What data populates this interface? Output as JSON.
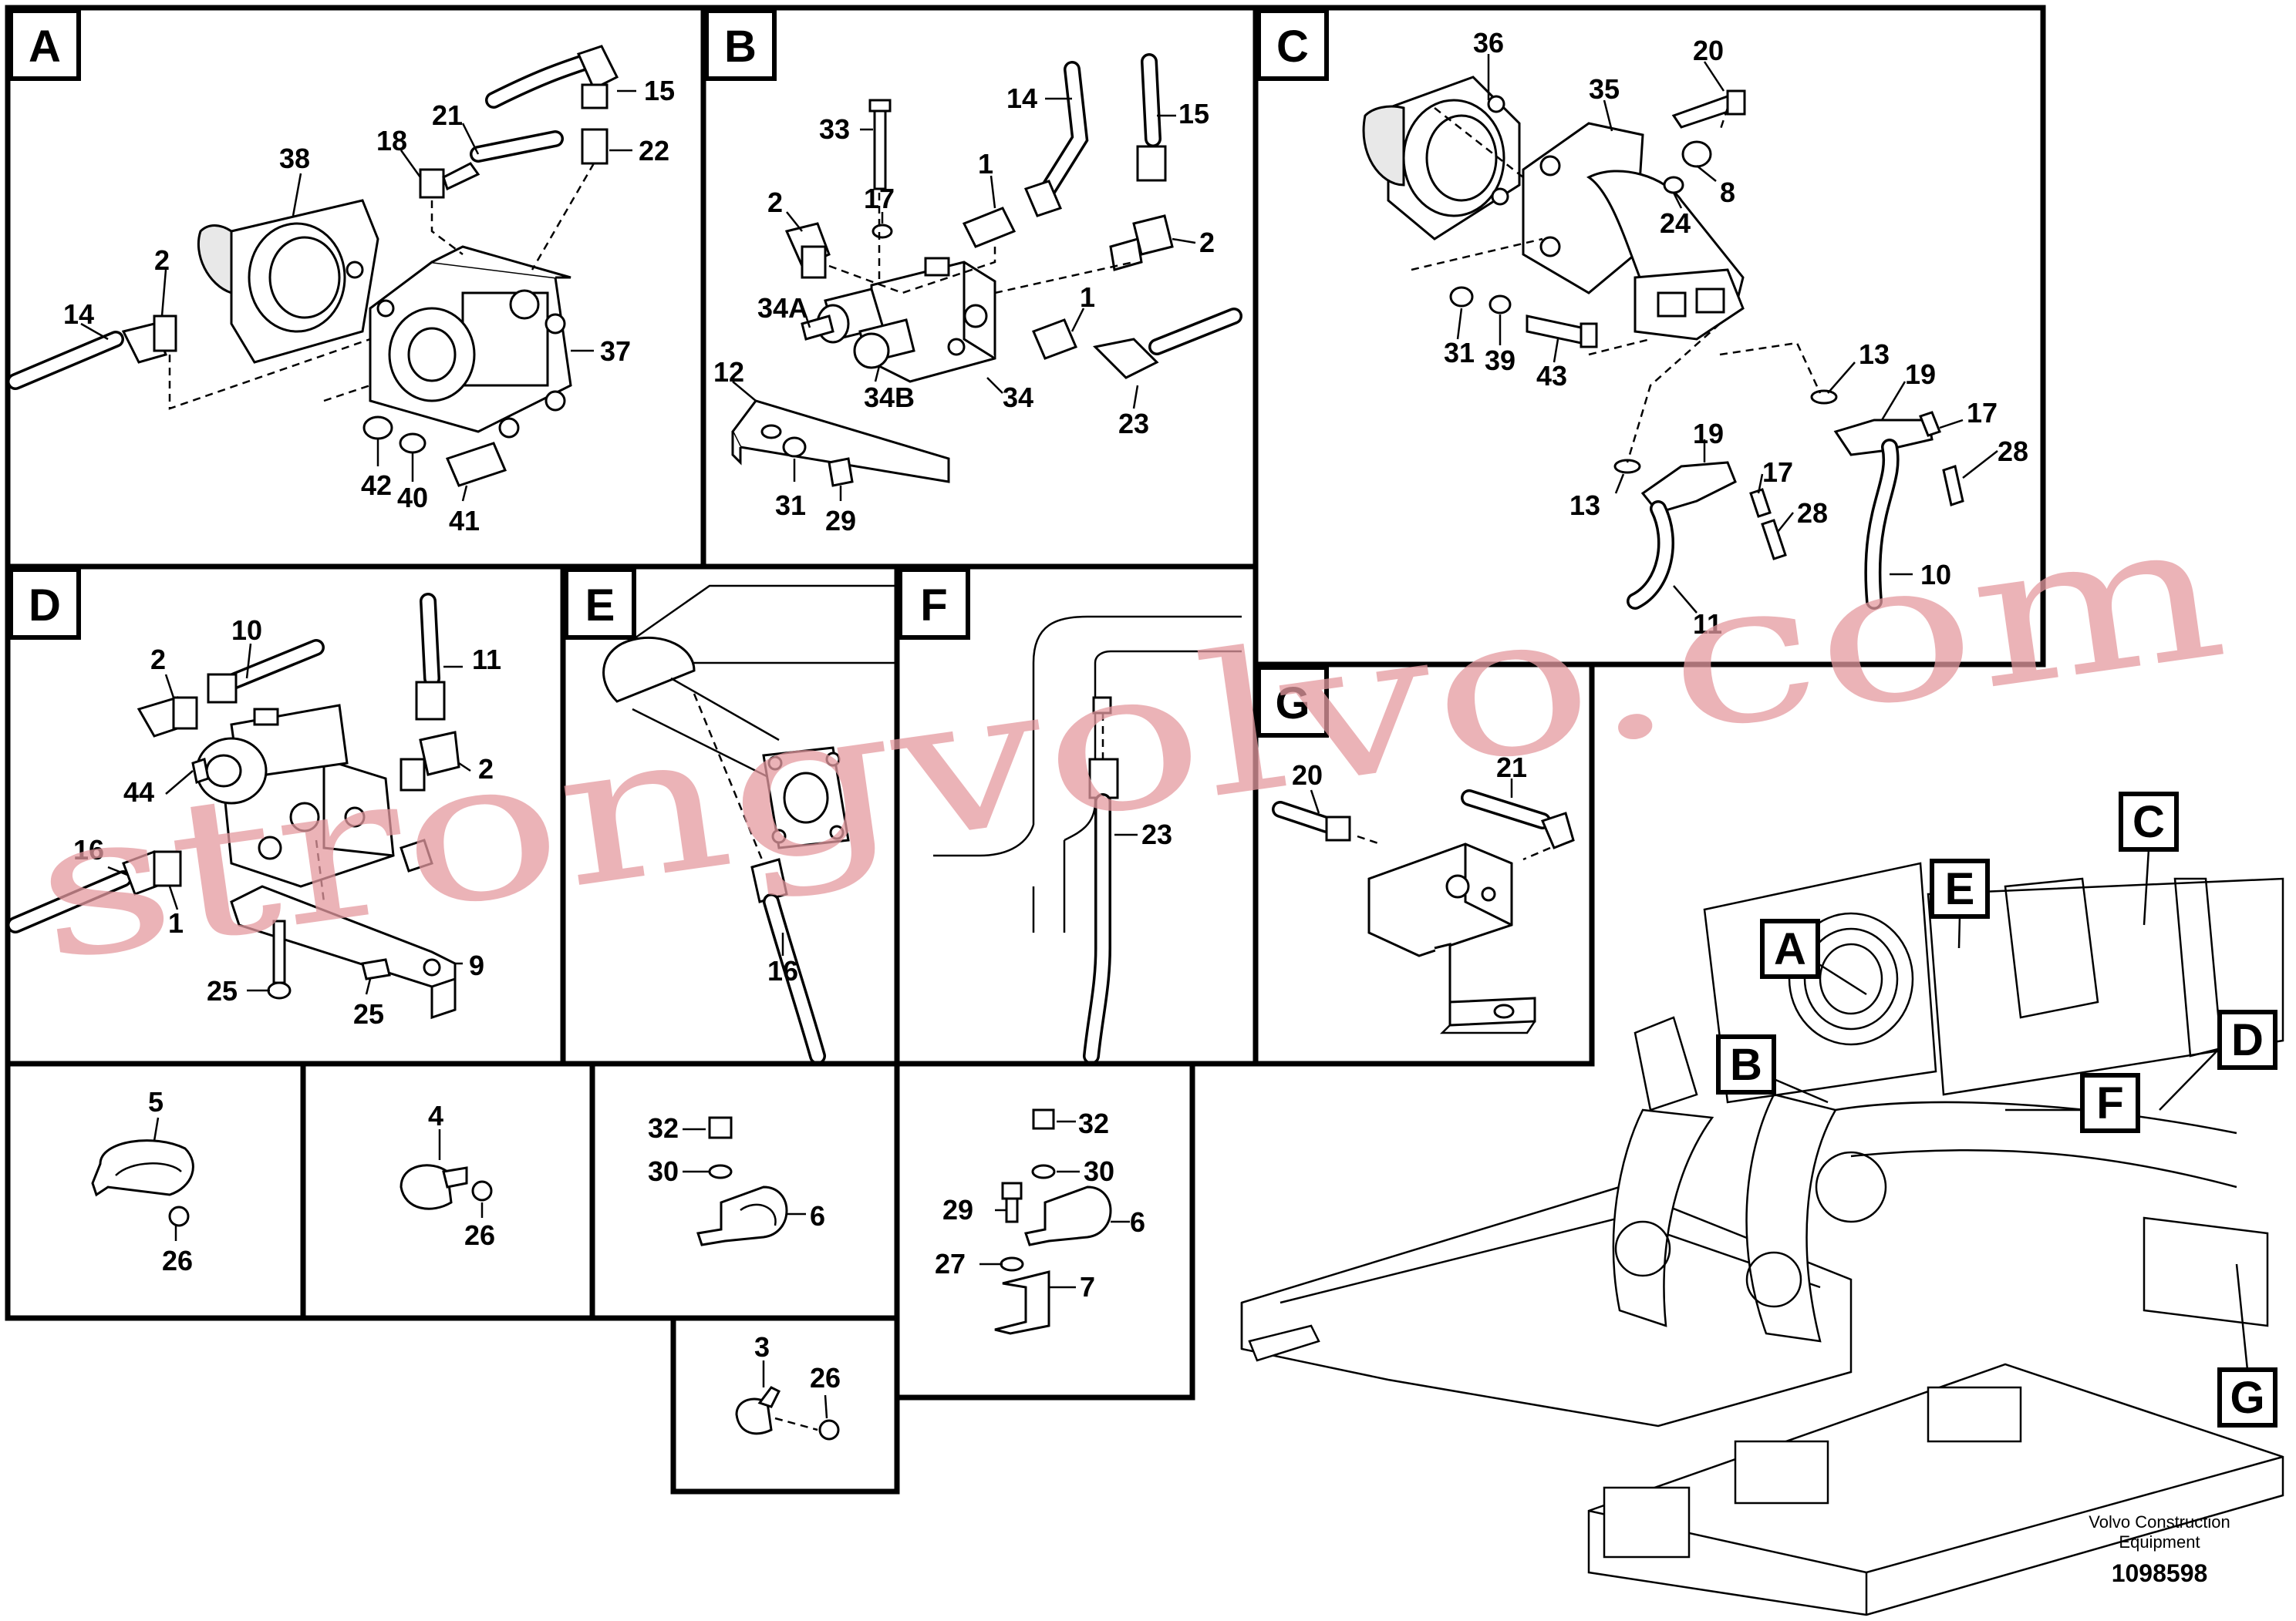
{
  "panels": {
    "A": {
      "letter": "A",
      "callouts": [
        "15",
        "21",
        "22",
        "18",
        "38",
        "2",
        "14",
        "37",
        "42",
        "40",
        "41"
      ]
    },
    "B": {
      "letter": "B",
      "callouts": [
        "14",
        "15",
        "33",
        "17",
        "1",
        "2",
        "2",
        "34A",
        "1",
        "34B",
        "34",
        "12",
        "23",
        "31",
        "29"
      ]
    },
    "C": {
      "letter": "C",
      "callouts": [
        "36",
        "20",
        "35",
        "8",
        "24",
        "31",
        "39",
        "43",
        "13",
        "19",
        "17",
        "28",
        "19",
        "17",
        "13",
        "28",
        "10",
        "11"
      ]
    },
    "D": {
      "letter": "D",
      "callouts": [
        "10",
        "11",
        "2",
        "2",
        "44",
        "16",
        "1",
        "9",
        "25",
        "25"
      ]
    },
    "E": {
      "letter": "E",
      "callouts": [
        "16"
      ]
    },
    "F": {
      "letter": "F",
      "callouts": [
        "23"
      ]
    },
    "G": {
      "letter": "G",
      "callouts": [
        "20",
        "21"
      ]
    },
    "H1": {
      "callouts": [
        "5",
        "26"
      ]
    },
    "H2": {
      "callouts": [
        "4",
        "26"
      ]
    },
    "H3": {
      "callouts": [
        "32",
        "30",
        "6"
      ]
    },
    "H4": {
      "callouts": [
        "32",
        "30",
        "29",
        "6",
        "27",
        "7"
      ]
    },
    "H5": {
      "callouts": [
        "3",
        "26"
      ]
    }
  },
  "overview_labels": [
    "A",
    "B",
    "C",
    "D",
    "E",
    "F",
    "G"
  ],
  "footer": {
    "line1": "Volvo Construction",
    "line2": "Equipment",
    "drawing_id": "1098598"
  },
  "watermark": "strongvolvo.com"
}
